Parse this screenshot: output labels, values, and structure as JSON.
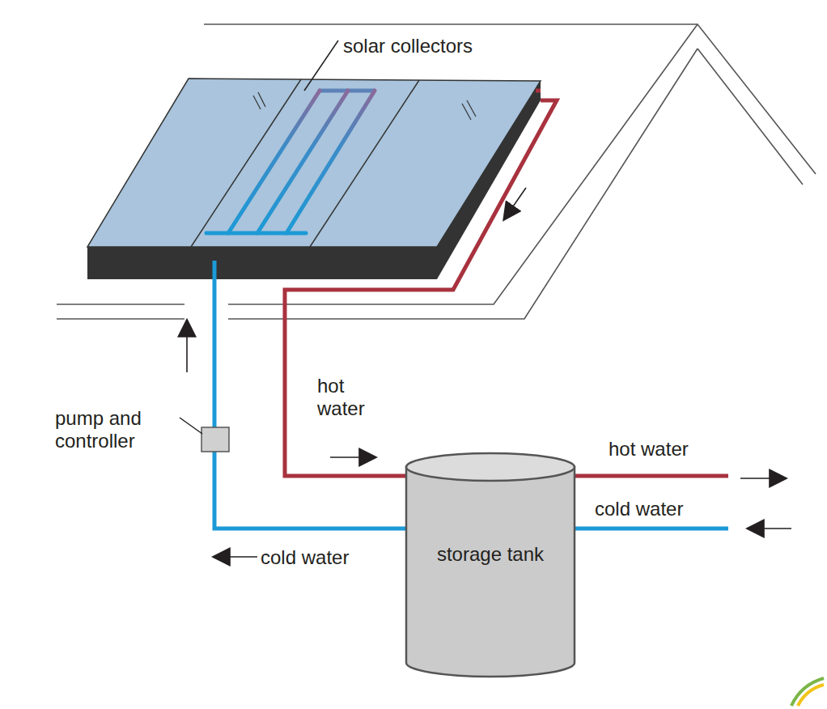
{
  "diagram": {
    "nodes": [
      {
        "text": [
          "storage tank"
        ]
      }
    ],
    "labels": [
      "solar collectors",
      "pump and controller",
      "hot water",
      "hot water",
      "cold water",
      "cold water"
    ]
  }
}
